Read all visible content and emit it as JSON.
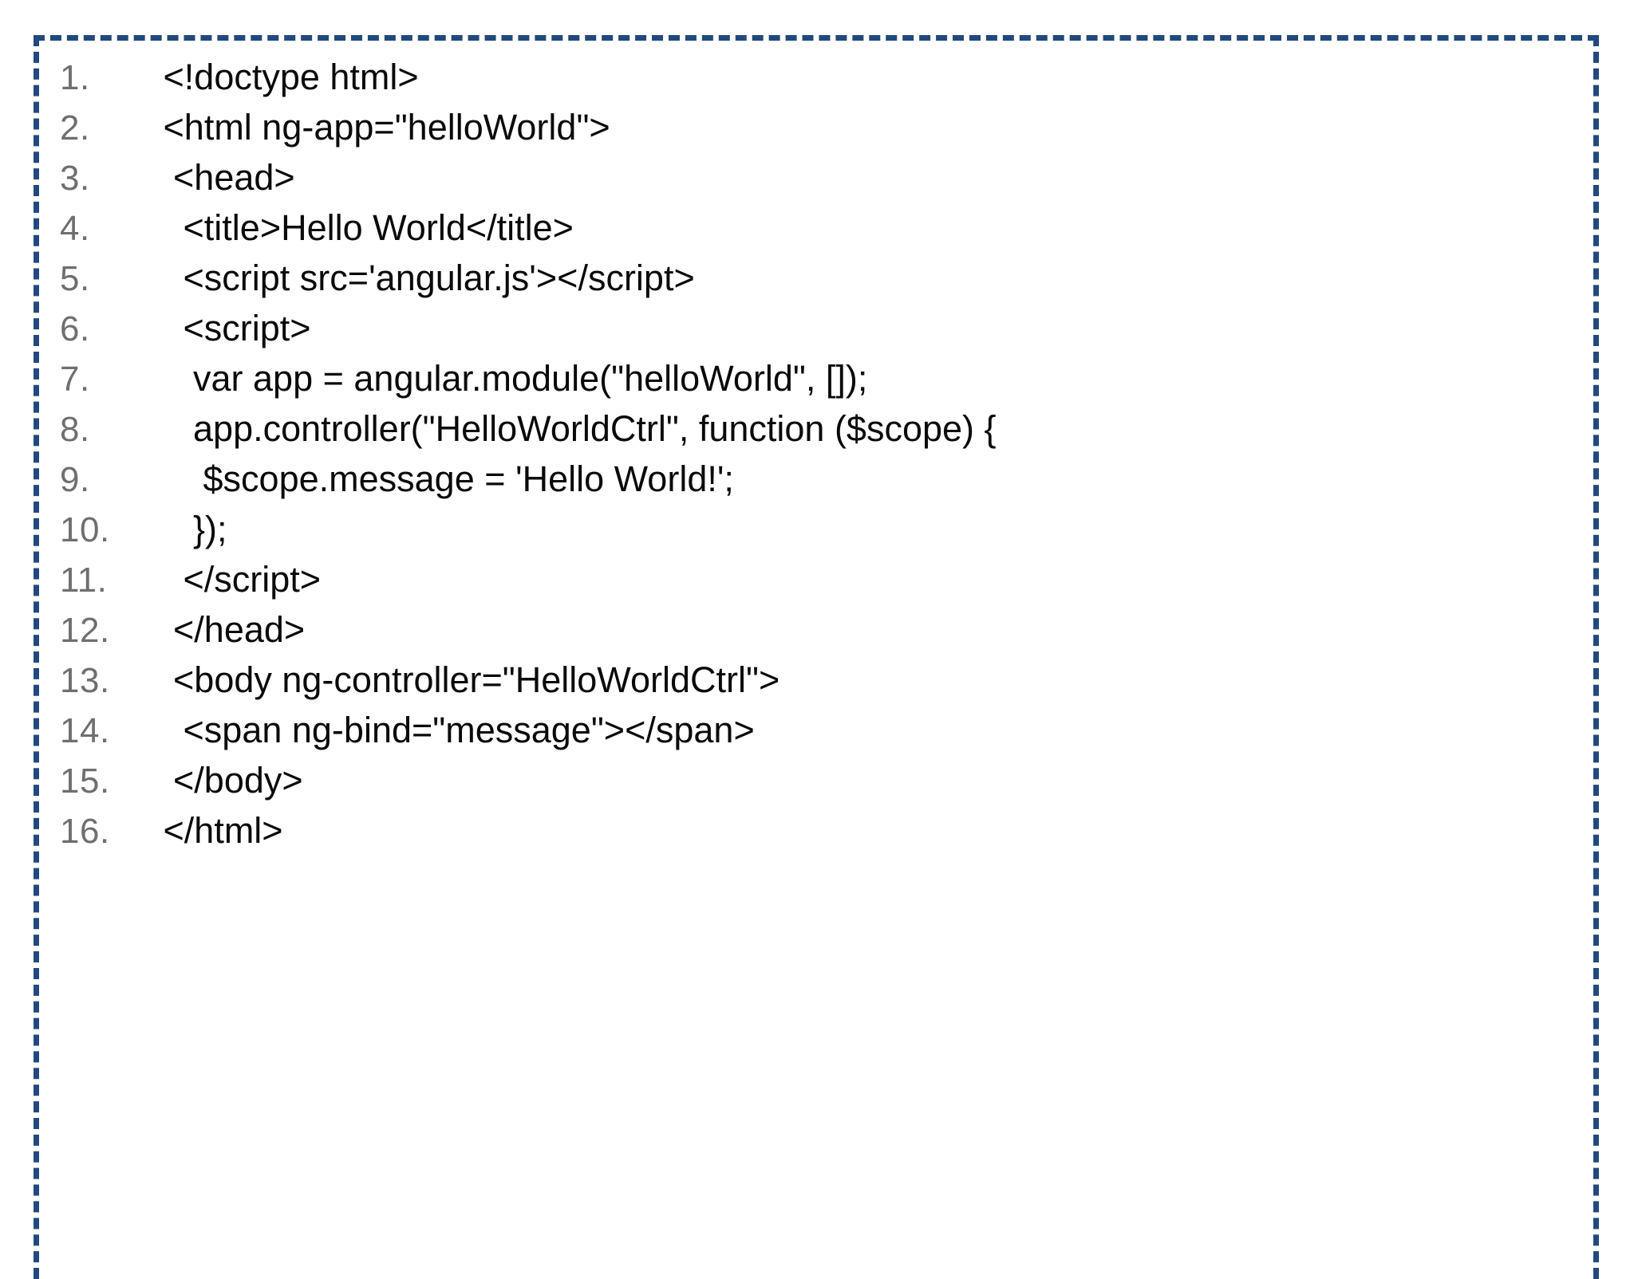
{
  "document": {
    "type": "code-listing",
    "language": "html",
    "border_color": "#21497D",
    "border_style": "dashed",
    "line_number_color": "#6f6f6f",
    "code_text_color": "#0a0a0a",
    "background_color": "#ffffff",
    "total_lines": 16
  },
  "code_lines": [
    {
      "number": "1.",
      "text": "   <!doctype html>"
    },
    {
      "number": "2.",
      "text": "   <html ng-app=\"helloWorld\">"
    },
    {
      "number": "3.",
      "text": "    <head>"
    },
    {
      "number": "4.",
      "text": "     <title>Hello World</title>"
    },
    {
      "number": "5.",
      "text": "     <script src='angular.js'></script>"
    },
    {
      "number": "6.",
      "text": "     <script>"
    },
    {
      "number": "7.",
      "text": "      var app = angular.module(\"helloWorld\", []);"
    },
    {
      "number": "8.",
      "text": "      app.controller(\"HelloWorldCtrl\", function ($scope) {"
    },
    {
      "number": "9.",
      "text": "       $scope.message = 'Hello World!';"
    },
    {
      "number": "10.",
      "text": "      });"
    },
    {
      "number": "11.",
      "text": "     </script>"
    },
    {
      "number": "12.",
      "text": "    </head>"
    },
    {
      "number": "13.",
      "text": "    <body ng-controller=\"HelloWorldCtrl\">"
    },
    {
      "number": "14.",
      "text": "     <span ng-bind=\"message\"></span>"
    },
    {
      "number": "15.",
      "text": "    </body>"
    },
    {
      "number": "16.",
      "text": "   </html>"
    }
  ]
}
